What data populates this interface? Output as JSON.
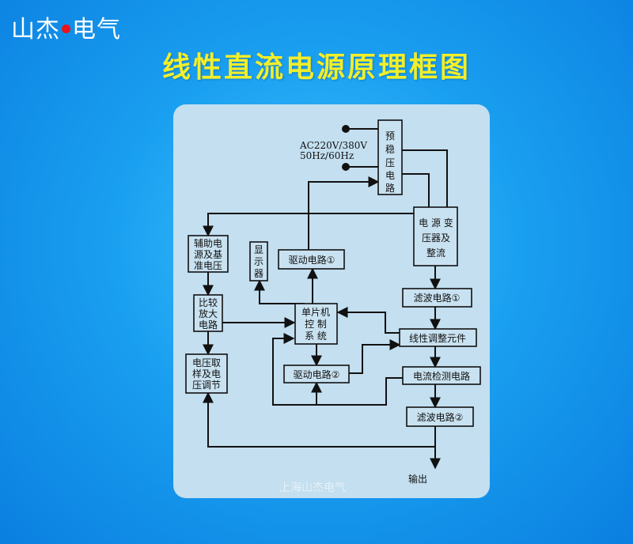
{
  "brand": {
    "part1": "山杰",
    "part2": "电气"
  },
  "title": "线性直流电源原理框图",
  "input_label": {
    "line1": "AC220V/380V",
    "line2": "50Hz/60Hz"
  },
  "blocks": {
    "pre_reg": [
      "预",
      "稳",
      "压",
      "电",
      "路"
    ],
    "transformer": [
      "电 源 变",
      "压器及",
      "整流"
    ],
    "filter1": "滤波电路①",
    "linear": "线性调整元件",
    "current": "电流检测电路",
    "filter2": "滤波电路②",
    "aux": [
      "辅助电",
      "源及基",
      "准电压"
    ],
    "compare": [
      "比较",
      "放大",
      "电路"
    ],
    "sample": [
      "电压取",
      "样及电",
      "压调节"
    ],
    "display": [
      "显",
      "示",
      "器"
    ],
    "drive1": "驱动电路①",
    "drive2": "驱动电路②",
    "mcu": [
      "单片机",
      "控  制",
      "系  统"
    ]
  },
  "output_label": "输出",
  "watermark": "上海山杰电气"
}
